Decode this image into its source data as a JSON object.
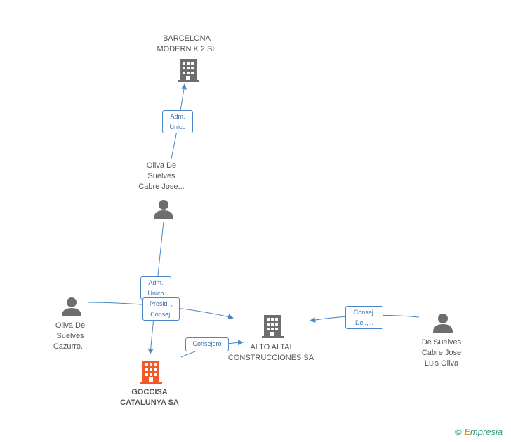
{
  "nodes": {
    "barcelona": {
      "label": "BARCELONA\nMODERN K 2 SL",
      "type": "company",
      "icon": "building-icon",
      "color": "#6e6e6e"
    },
    "oliva_cabre": {
      "label": "Oliva De\nSuelves\nCabre Jose...",
      "type": "person",
      "icon": "person-icon",
      "color": "#6e6e6e"
    },
    "oliva_cazurro": {
      "label": "Oliva De\nSuelves\nCazurro...",
      "type": "person",
      "icon": "person-icon",
      "color": "#6e6e6e"
    },
    "alto_altai": {
      "label": "ALTO ALTAI\nCONSTRUCCIONES SA",
      "type": "company",
      "icon": "building-icon",
      "color": "#6e6e6e"
    },
    "de_suelves": {
      "label": "De Suelves\nCabre Jose\nLuis Oliva",
      "type": "person",
      "icon": "person-icon",
      "color": "#6e6e6e"
    },
    "goccisa": {
      "label": "GOCCISA\nCATALUNYA SA",
      "type": "company",
      "icon": "building-icon",
      "color": "#f05a28"
    }
  },
  "edges": {
    "adm_unico_top": "Adm.\nUnico",
    "adm_unico_mid": "Adm.\nUnico",
    "presid_consej": "Presid. ,\nConsej.",
    "consejero": "Consejero",
    "consej_del": "Consej.\nDel.,..."
  },
  "colors": {
    "edge": "#4a86c8",
    "node_gray": "#6e6e6e",
    "highlight": "#f05a28"
  },
  "watermark": {
    "copyright": "©",
    "brand_first": "E",
    "brand_rest": "mpresia"
  }
}
